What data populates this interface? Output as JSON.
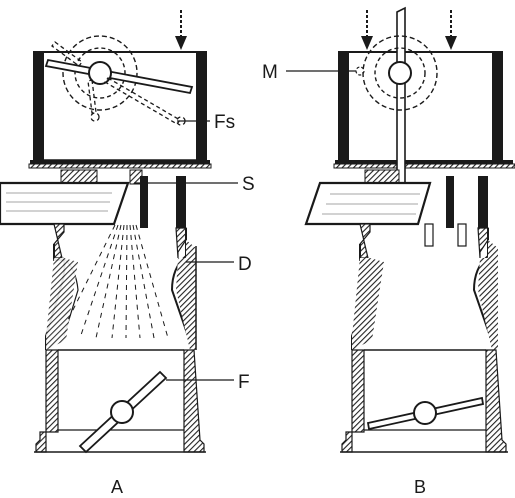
{
  "labels": {
    "fs": "Fs",
    "m": "M",
    "s": "S",
    "d": "D",
    "f": "F"
  },
  "captions": {
    "a": "A",
    "b": "B"
  },
  "colors": {
    "ink": "#1a1a1a",
    "paper": "#ffffff",
    "hatch": "#222222"
  }
}
